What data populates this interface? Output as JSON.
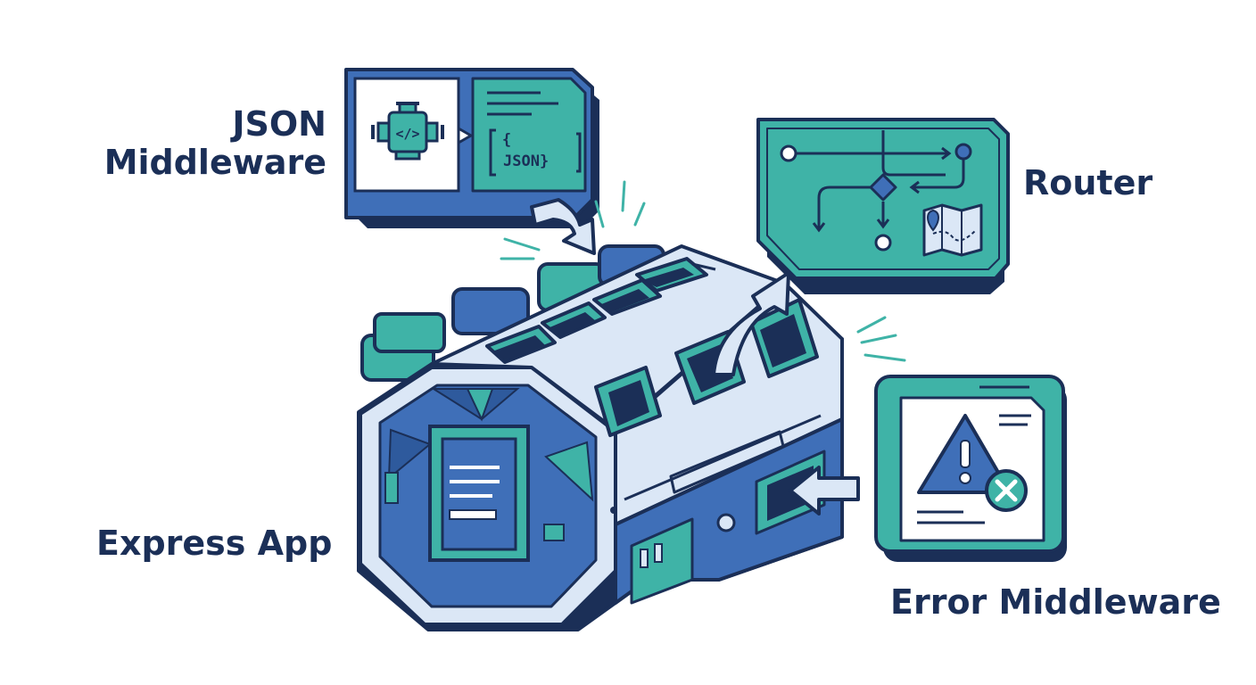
{
  "labels": {
    "json_middleware_line1": "JSON",
    "json_middleware_line2": "Middleware",
    "router": "Router",
    "express_app": "Express App",
    "error_middleware": "Error Middleware"
  },
  "json_card": {
    "code_glyph": "</>",
    "brace_glyph": "{",
    "json_text": "JSON}"
  },
  "icons": {
    "json_card": [
      "engine-icon",
      "code-icon",
      "json-document-icon"
    ],
    "router_card": [
      "route-map-icon",
      "decision-diamond-icon",
      "map-icon",
      "location-pin-icon"
    ],
    "error_card": [
      "warning-triangle-icon",
      "error-x-icon",
      "document-icon"
    ],
    "express_app": [
      "express-app-machine-icon"
    ]
  },
  "colors": {
    "navy_outline": "#1b2f57",
    "royal_blue": "#3f6fb8",
    "teal": "#3fb3a7",
    "light_blue": "#dbe7f6",
    "background": "#ffffff"
  }
}
